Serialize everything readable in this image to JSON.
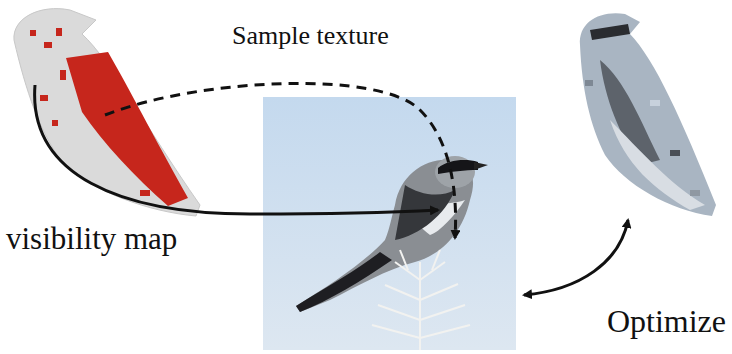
{
  "diagram": {
    "labels": [
      "Sample texture",
      "visibility map",
      "Optimize"
    ]
  }
}
